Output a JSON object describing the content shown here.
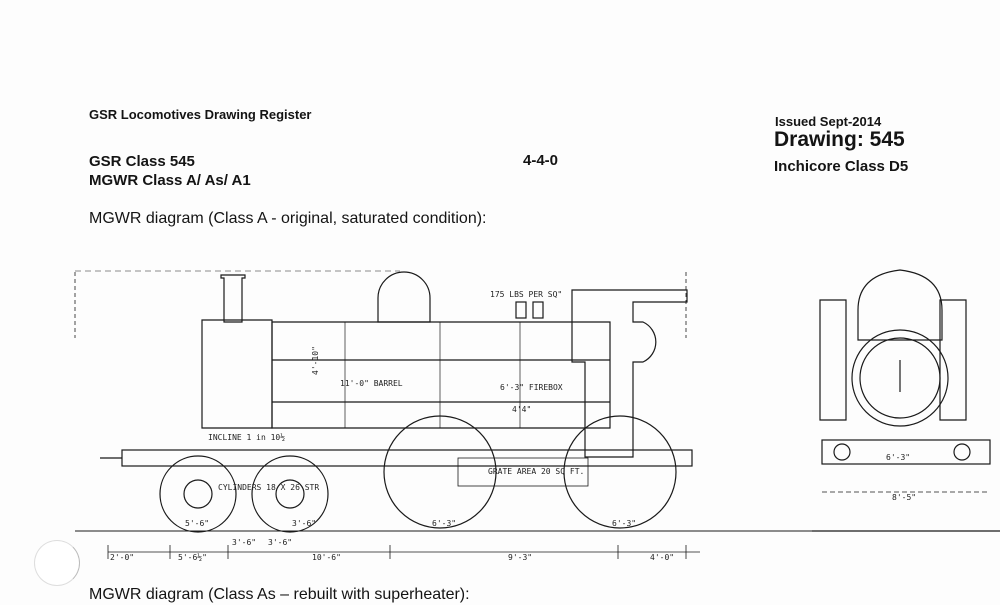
{
  "header": {
    "register": "GSR Locomotives Drawing Register",
    "issued": "Issued Sept-2014",
    "drawing": "Drawing: 545",
    "inchicore": "Inchicore Class D5"
  },
  "loco": {
    "gsr_class": "GSR Class 545",
    "mgwr_class": "MGWR Class A/ As/ A1",
    "wheel_arrangement": "4-4-0"
  },
  "diagrams": {
    "first_caption": "MGWR diagram (Class A - original, saturated condition):",
    "second_caption": "MGWR diagram (Class As – rebuilt with superheater):"
  },
  "dimensions": {
    "barrel": "11'-0\" BARREL",
    "firebox": "6'-3\" FIREBOX",
    "boiler_height": "4'-10\"",
    "firebox_height": "4'4\"",
    "incline": "INCLINE 1 in 10½",
    "grate_area": "GRATE AREA 20 SQ FT.",
    "safety_valve": "175 LBS PER SQ\"",
    "cylinders": "CYLINDERS 18 X 26 STR",
    "bogie_wheel": "3'-6\"",
    "coupled_wheel_front": "6'-3\"",
    "coupled_wheel_rear": "6'-3\"",
    "wb_front_overhang": "2'-0\"",
    "wb_bogie": "5'-6½\"",
    "wb_bogie_to_driver": "10'-6\"",
    "wb_coupled": "9'-3\"",
    "wb_rear_overhang": "4'-0\"",
    "bogie_top_left": "5'-6\"",
    "bogie_top_right": "3'-6\"",
    "bogie_mid": "3'-6\"",
    "end_gauge": "6'-3\"",
    "end_width": "8'-5\""
  }
}
